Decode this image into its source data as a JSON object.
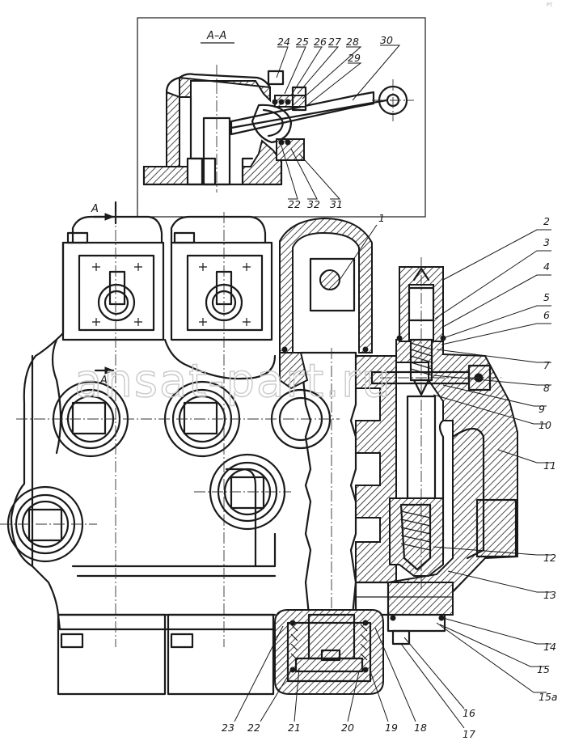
{
  "section_label": "A–A",
  "section_marker": "A",
  "section_marker_low": "A",
  "watermark": "ansat-part.ru",
  "corner_mark": "PT",
  "inset_labels": [
    "24",
    "25",
    "26",
    "27",
    "28",
    "29",
    "30",
    "22",
    "32",
    "31"
  ],
  "right_labels": [
    "1",
    "2",
    "3",
    "4",
    "5",
    "6",
    "7",
    "8",
    "9",
    "10",
    "11",
    "12",
    "13",
    "14",
    "15",
    "15а"
  ],
  "bottom_labels": [
    "23",
    "22",
    "21",
    "20",
    "19",
    "18",
    "16",
    "17"
  ]
}
